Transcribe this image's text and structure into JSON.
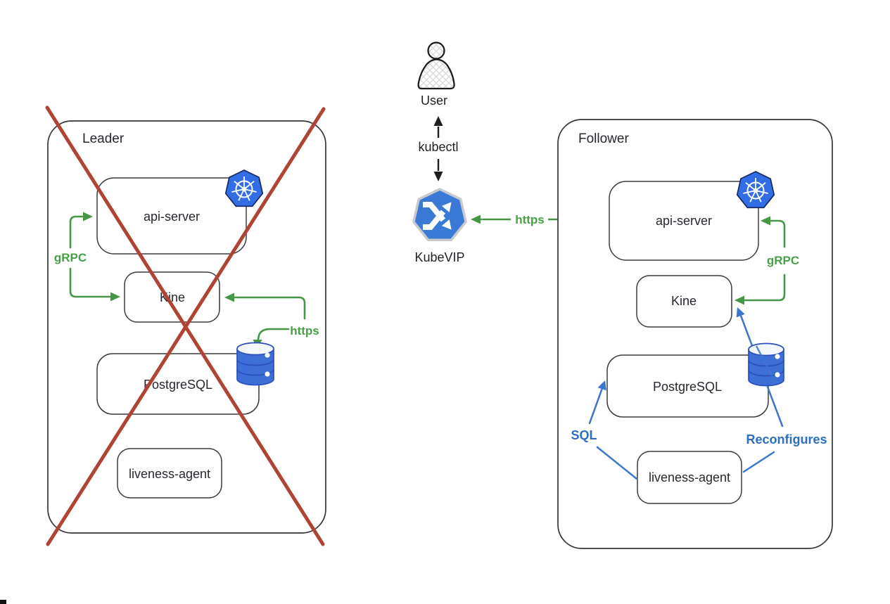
{
  "leader": {
    "title": "Leader",
    "crossed_out": true,
    "nodes": {
      "api_server": "api-server",
      "kine": "Kine",
      "postgresql": "PostgreSQL",
      "liveness_agent": "liveness-agent"
    },
    "edges": {
      "grpc": "gRPC",
      "https": "https"
    }
  },
  "access_path": {
    "user": "User",
    "kubectl": "kubectl",
    "kubevip": "KubeVIP",
    "https": "https"
  },
  "follower": {
    "title": "Follower",
    "nodes": {
      "api_server": "api-server",
      "kine": "Kine",
      "postgresql": "PostgreSQL",
      "liveness_agent": "liveness-agent"
    },
    "edges": {
      "grpc": "gRPC",
      "sql": "SQL",
      "reconfigures": "Reconfigures"
    }
  },
  "icons": {
    "user": "user-icon",
    "kubernetes": "kubernetes-icon",
    "kubevip": "kubevip-icon",
    "database": "database-icon"
  },
  "colors": {
    "green": "#479647",
    "green_text": "#47a047",
    "blue": "#3c76cc",
    "blue_text": "#2d6ec3",
    "red": "#b04335",
    "kubernetes_blue": "#326de6",
    "database_blue": "#3e6fd6",
    "kubevip_blue": "#3a7ad6",
    "box_stroke": "#383b40",
    "text": "#26282e",
    "background": "#ffffff"
  }
}
